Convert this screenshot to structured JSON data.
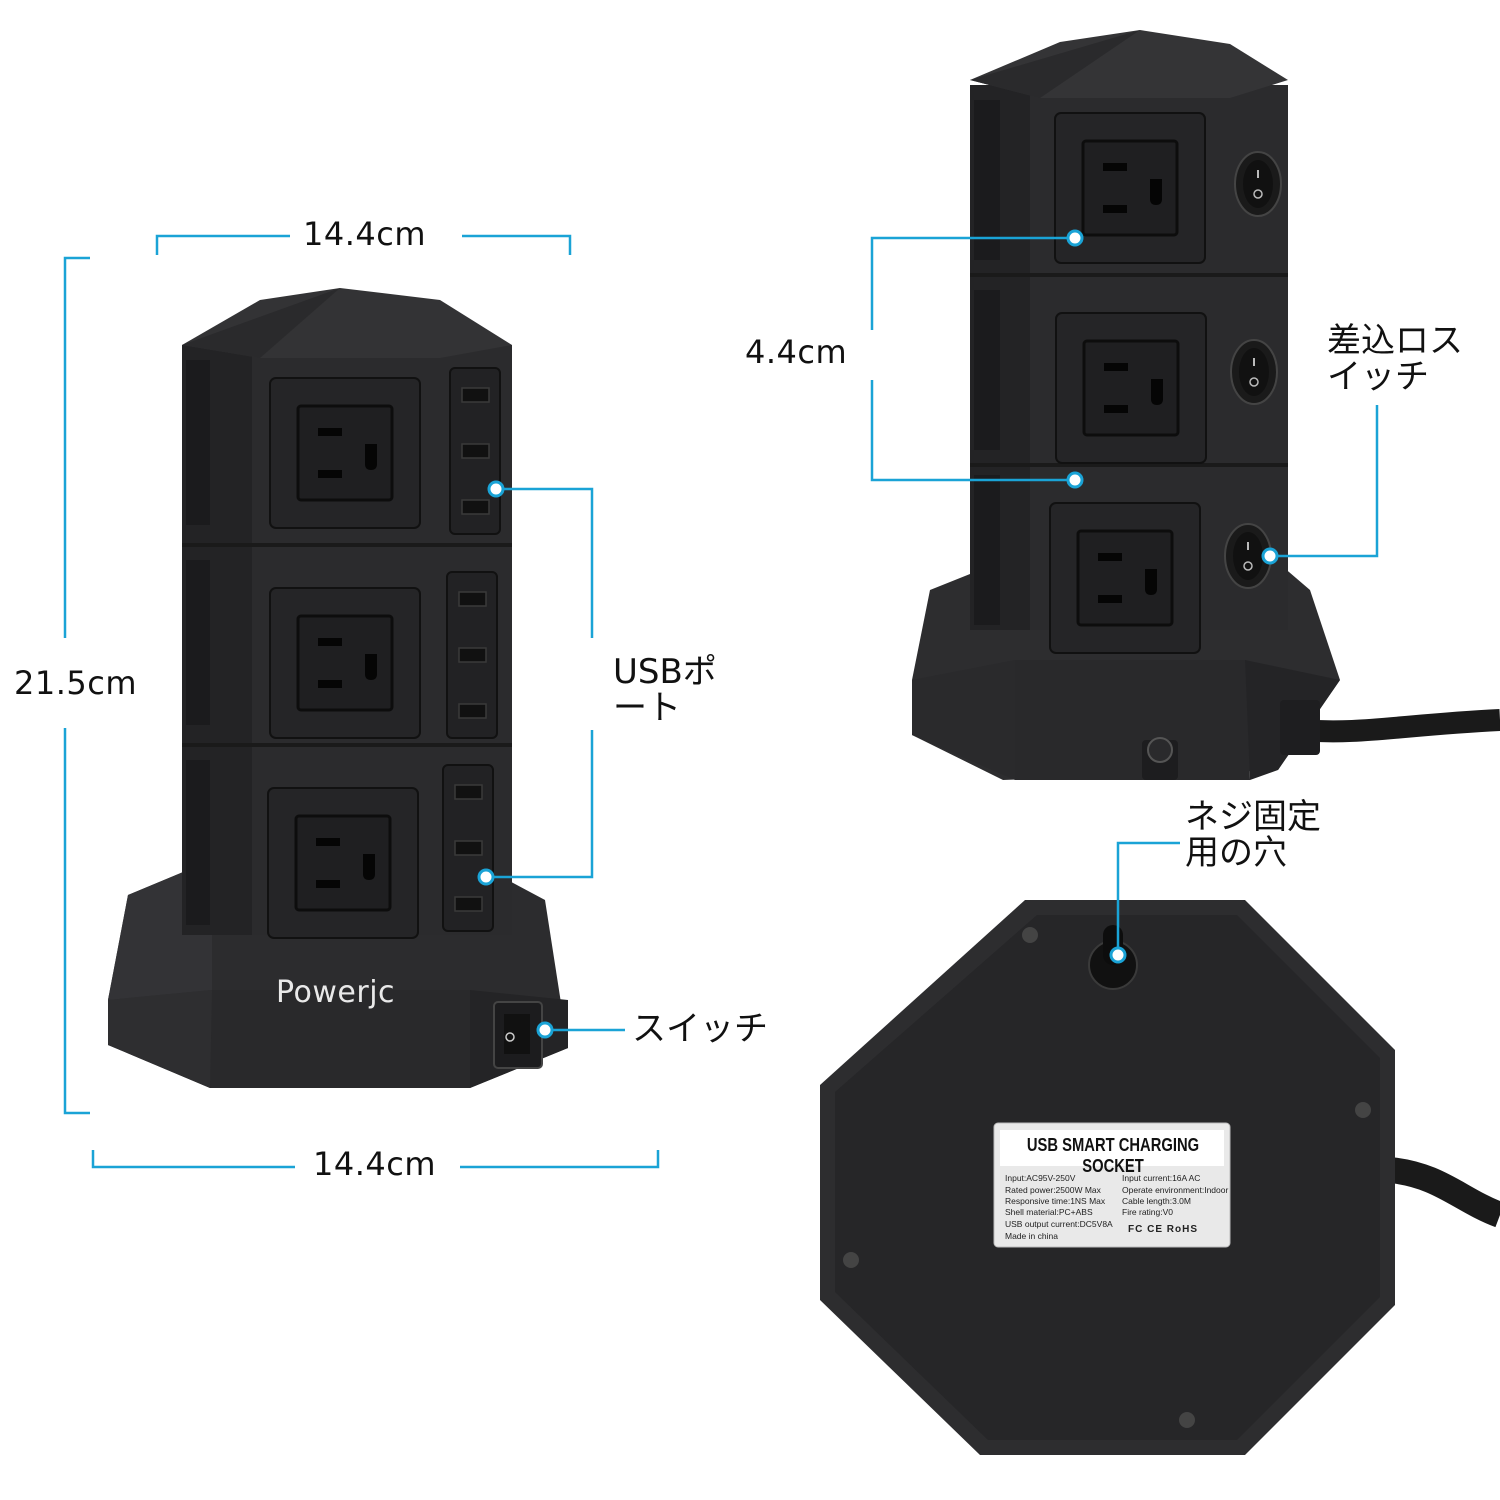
{
  "dimensions": {
    "width_top": "14.4cm",
    "width_bottom": "14.4cm",
    "height": "21.5cm",
    "tier_height": "4.4cm"
  },
  "callouts": {
    "usb_port": "USBポ\nート",
    "switch": "スイッチ",
    "outlet_switch": "差込ロス\nイッチ",
    "screw_hole": "ネジ固定\n用の穴"
  },
  "brand": "Powerjc",
  "sticker": {
    "title": "USB SMART CHARGING SOCKET",
    "specs_left": [
      "Input:AC95V-250V",
      "Rated power:2500W Max",
      "Responsive time:1NS Max",
      "Shell material:PC+ABS",
      "USB output current:DC5V8A",
      "Made in china"
    ],
    "specs_right": [
      "Input current:16A AC",
      "Operate environment:Indoor",
      "Cable length:3.0M",
      "Fire rating:V0"
    ],
    "marks": "FC CE RoHS"
  },
  "colors": {
    "accent": "#1aa3d6",
    "body": "#2a2a2c",
    "body_dark": "#1c1c1e",
    "body_light": "#3a3a3c"
  }
}
